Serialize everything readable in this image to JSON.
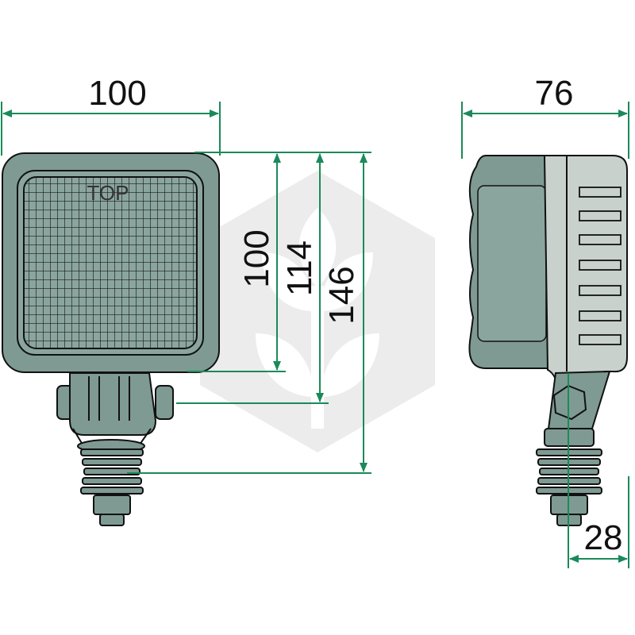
{
  "drawing": {
    "top_label": "TOP",
    "dimensions": {
      "front_width": "100",
      "side_depth": "76",
      "lens_height": "100",
      "bracket_height": "114",
      "total_height": "146",
      "bolt_offset": "28"
    }
  },
  "colors": {
    "dimension_line": "#1a8a5a",
    "housing_fill": "#7e9a93",
    "housing_stroke": "#111111",
    "lens_fill": "#8aa59e",
    "side_panel_fill": "#c9d1cd",
    "watermark": "#e2e6e4"
  }
}
